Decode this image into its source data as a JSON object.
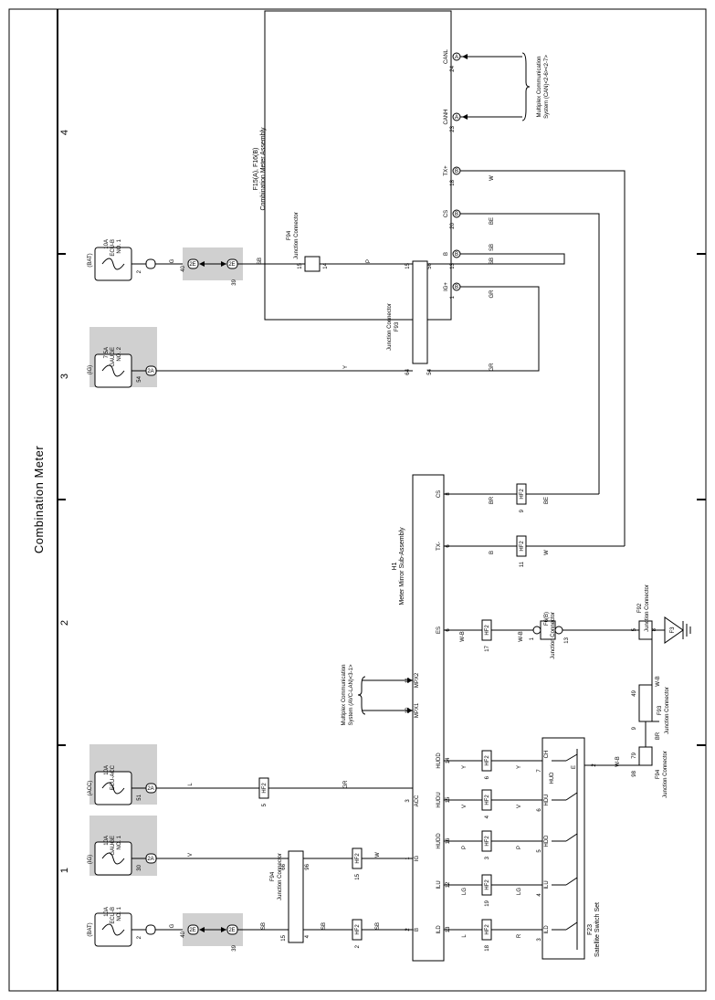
{
  "page": {
    "title": "Combination Meter",
    "zones": [
      "1",
      "2",
      "3",
      "4"
    ]
  },
  "components": {
    "meter": {
      "name": "F15(A), F16(B)",
      "desc": "Combination Meter Assembly",
      "pins": [
        {
          "num": "24",
          "tag": "A",
          "name": "CANL"
        },
        {
          "num": "23",
          "tag": "A",
          "name": "CANH"
        },
        {
          "num": "18",
          "tag": "B",
          "name": "TX+"
        },
        {
          "num": "20",
          "tag": "B",
          "name": "CS"
        },
        {
          "num": "13",
          "tag": "B",
          "name": "B"
        },
        {
          "num": "1",
          "tag": "B",
          "name": "IG+"
        }
      ]
    },
    "mirror": {
      "name": "H1",
      "desc": "Meter Mirror Sub-Assembly",
      "pins": [
        {
          "num": "8",
          "name": "CS"
        },
        {
          "num": "6",
          "name": "TX-"
        },
        {
          "num": "6",
          "name": "ES"
        },
        {
          "num": "11",
          "name": "MPX2"
        },
        {
          "num": "10",
          "name": "MPX1"
        },
        {
          "num": "14",
          "name": "HUDD"
        },
        {
          "num": "15",
          "name": "HUDU"
        },
        {
          "num": "16",
          "name": "HUDD"
        },
        {
          "num": "12",
          "name": "ILU"
        },
        {
          "num": "13",
          "name": "ILD"
        },
        {
          "num": "3",
          "name": "ACC"
        },
        {
          "num": "1",
          "name": "IG"
        },
        {
          "num": "2",
          "name": "B"
        }
      ]
    },
    "switch": {
      "name": "F23",
      "desc": "Satellite Switch Set",
      "contacts": [
        {
          "name": "CH",
          "num": "7"
        },
        {
          "name": "HUD",
          "num": ""
        },
        {
          "name": "HDU",
          "num": "6"
        },
        {
          "name": "HDD",
          "num": "5"
        },
        {
          "name": "ILU",
          "num": "4"
        },
        {
          "name": "ILD",
          "num": "3"
        }
      ],
      "ground_pin": "2",
      "ground_tag": "E"
    },
    "fuses": [
      {
        "source": "(BAT)",
        "name": "10A",
        "line2": "ECU-B",
        "line3": "NO. 1",
        "pin": "2"
      },
      {
        "source": "(IG)",
        "name": "10A",
        "line2": "GAUGE",
        "line3": "NO. 1",
        "pin": "30",
        "tag": "2A"
      },
      {
        "source": "(ACC)",
        "name": "10A",
        "line2": "ECU-ACC",
        "line3": "",
        "pin": "51",
        "tag": "2A"
      },
      {
        "source": "(BAT)",
        "name": "10A",
        "line2": "ECU-B",
        "line3": "NO. 1",
        "pin": "2"
      },
      {
        "source": "(IG)",
        "name": "7.5A",
        "line2": "GAUGE",
        "line3": "NO. 2",
        "pin": "54",
        "tag": "2A"
      }
    ],
    "junctions": {
      "f94_left": {
        "name": "F94",
        "desc": "Junction Connector"
      },
      "f94_right": {
        "name": "F94",
        "desc": "Junction Connector"
      },
      "f93": {
        "name": "F93",
        "desc": "Junction Connector"
      },
      "f93_low": {
        "name": "F93",
        "desc": "Junction Connector"
      },
      "f92": {
        "name": "F92",
        "desc": "Junction Connector"
      },
      "f94_low": {
        "name": "F94",
        "desc": "Junction Connector"
      },
      "f6b": {
        "name": "F6(B)",
        "desc": "Junction Connector"
      }
    },
    "mpx_avc": {
      "line1": "Multiplex Communication",
      "line2": "System (AVC-LAN)<3-1>"
    },
    "mpx_can": {
      "line1": "Multiplex Communication",
      "line2": "System (CAN)<2-6><2-7>"
    },
    "ground": "F3",
    "hf2": "HF2",
    "wires": {
      "g": "G",
      "sb": "SB",
      "v": "V",
      "w": "W",
      "l": "L",
      "gr": "GR",
      "p": "P",
      "y": "Y",
      "be": "BE",
      "br": "BR",
      "b": "B",
      "wb": "W-B",
      "lg": "LG",
      "r": "R"
    },
    "pins": {
      "p40": "40",
      "p39": "39",
      "p15": "15",
      "p4": "4",
      "p2": "2",
      "p66": "66",
      "p96": "96",
      "p5": "5",
      "p14": "14",
      "p64": "64",
      "p54": "54",
      "p56": "56",
      "p9": "9",
      "p11": "11",
      "p17": "17",
      "p19": "19",
      "p18": "18",
      "p3": "3",
      "p6": "6",
      "p49": "49",
      "p79": "79",
      "p98": "98",
      "p8": "8",
      "p1": "1",
      "p13": "13",
      "tag2E": "2E",
      "tag2A": "2A"
    }
  }
}
